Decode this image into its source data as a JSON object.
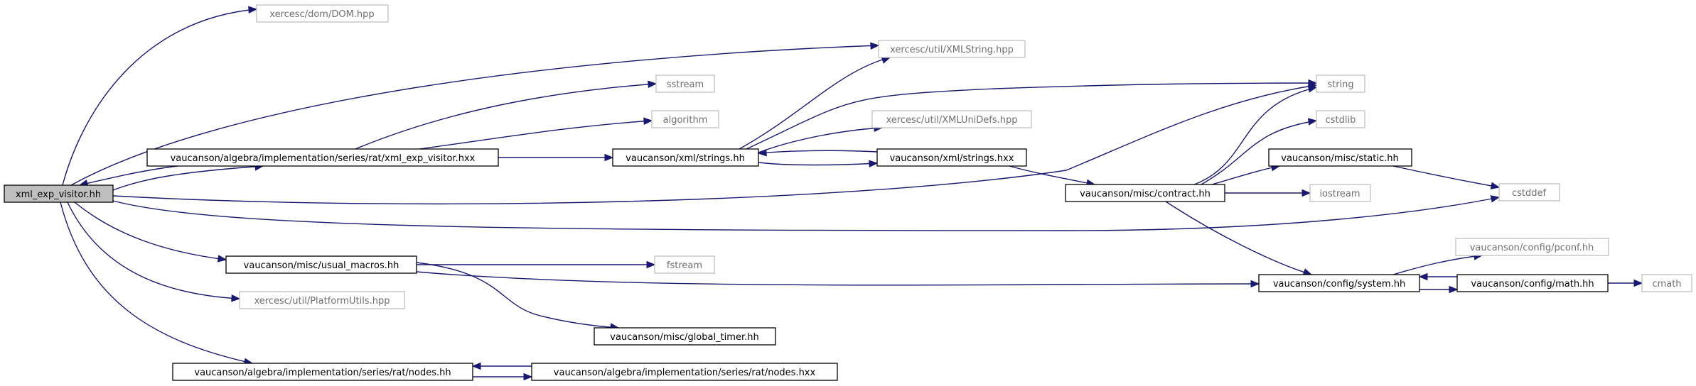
{
  "colors": {
    "edge": "#191970",
    "node_border": "#000000",
    "external_border": "#bfbfbf",
    "root_fill": "#bfbfbf",
    "external_text": "#6f6f6f"
  },
  "nodes": {
    "xml_exp_visitor_hh": "xml_exp_visitor.hh",
    "xercesc_dom_DOM_hpp": "xercesc/dom/DOM.hpp",
    "xercesc_util_XMLString_hpp": "xercesc/util/XMLString.hpp",
    "sstream": "sstream",
    "string": "string",
    "algorithm": "algorithm",
    "xercesc_util_XMLUniDefs_hpp": "xercesc/util/XMLUniDefs.hpp",
    "cstdlib": "cstdlib",
    "xml_exp_visitor_hxx": "vaucanson/algebra/implementation/series/rat/xml_exp_visitor.hxx",
    "xml_strings_hh": "vaucanson/xml/strings.hh",
    "xml_strings_hxx": "vaucanson/xml/strings.hxx",
    "misc_static_hh": "vaucanson/misc/static.hh",
    "misc_contract_hh": "vaucanson/misc/contract.hh",
    "iostream": "iostream",
    "cstddef": "cstddef",
    "config_pconf_hh": "vaucanson/config/pconf.hh",
    "misc_usual_macros_hh": "vaucanson/misc/usual_macros.hh",
    "fstream": "fstream",
    "config_system_hh": "vaucanson/config/system.hh",
    "config_math_hh": "vaucanson/config/math.hh",
    "cmath": "cmath",
    "xercesc_util_PlatformUtils_hpp": "xercesc/util/PlatformUtils.hpp",
    "misc_global_timer_hh": "vaucanson/misc/global_timer.hh",
    "rat_nodes_hh": "vaucanson/algebra/implementation/series/rat/nodes.hh",
    "rat_nodes_hxx": "vaucanson/algebra/implementation/series/rat/nodes.hxx"
  },
  "edges": [
    [
      "xml_exp_visitor_hh",
      "xercesc_dom_DOM_hpp"
    ],
    [
      "xml_exp_visitor_hh",
      "xercesc_util_XMLString_hpp"
    ],
    [
      "xml_exp_visitor_hh",
      "xml_exp_visitor_hxx"
    ],
    [
      "xml_exp_visitor_hh",
      "string"
    ],
    [
      "xml_exp_visitor_hh",
      "cstddef"
    ],
    [
      "xml_exp_visitor_hh",
      "misc_usual_macros_hh"
    ],
    [
      "xml_exp_visitor_hh",
      "xercesc_util_PlatformUtils_hpp"
    ],
    [
      "xml_exp_visitor_hh",
      "rat_nodes_hh"
    ],
    [
      "xml_exp_visitor_hxx",
      "xml_exp_visitor_hh"
    ],
    [
      "xml_exp_visitor_hxx",
      "sstream"
    ],
    [
      "xml_exp_visitor_hxx",
      "algorithm"
    ],
    [
      "xml_exp_visitor_hxx",
      "xml_strings_hh"
    ],
    [
      "xml_strings_hh",
      "xercesc_util_XMLString_hpp"
    ],
    [
      "xml_strings_hh",
      "string"
    ],
    [
      "xml_strings_hh",
      "xercesc_util_XMLUniDefs_hpp"
    ],
    [
      "xml_strings_hh",
      "xml_strings_hxx"
    ],
    [
      "xml_strings_hxx",
      "xml_strings_hh"
    ],
    [
      "xml_strings_hxx",
      "misc_contract_hh"
    ],
    [
      "misc_contract_hh",
      "string"
    ],
    [
      "misc_contract_hh",
      "cstdlib"
    ],
    [
      "misc_contract_hh",
      "misc_static_hh"
    ],
    [
      "misc_contract_hh",
      "iostream"
    ],
    [
      "misc_contract_hh",
      "config_system_hh"
    ],
    [
      "misc_static_hh",
      "cstddef"
    ],
    [
      "misc_usual_macros_hh",
      "fstream"
    ],
    [
      "misc_usual_macros_hh",
      "misc_global_timer_hh"
    ],
    [
      "misc_usual_macros_hh",
      "config_system_hh"
    ],
    [
      "config_system_hh",
      "config_pconf_hh"
    ],
    [
      "config_system_hh",
      "config_math_hh"
    ],
    [
      "config_math_hh",
      "config_system_hh"
    ],
    [
      "config_math_hh",
      "cmath"
    ],
    [
      "rat_nodes_hh",
      "rat_nodes_hxx"
    ],
    [
      "rat_nodes_hxx",
      "rat_nodes_hh"
    ]
  ]
}
